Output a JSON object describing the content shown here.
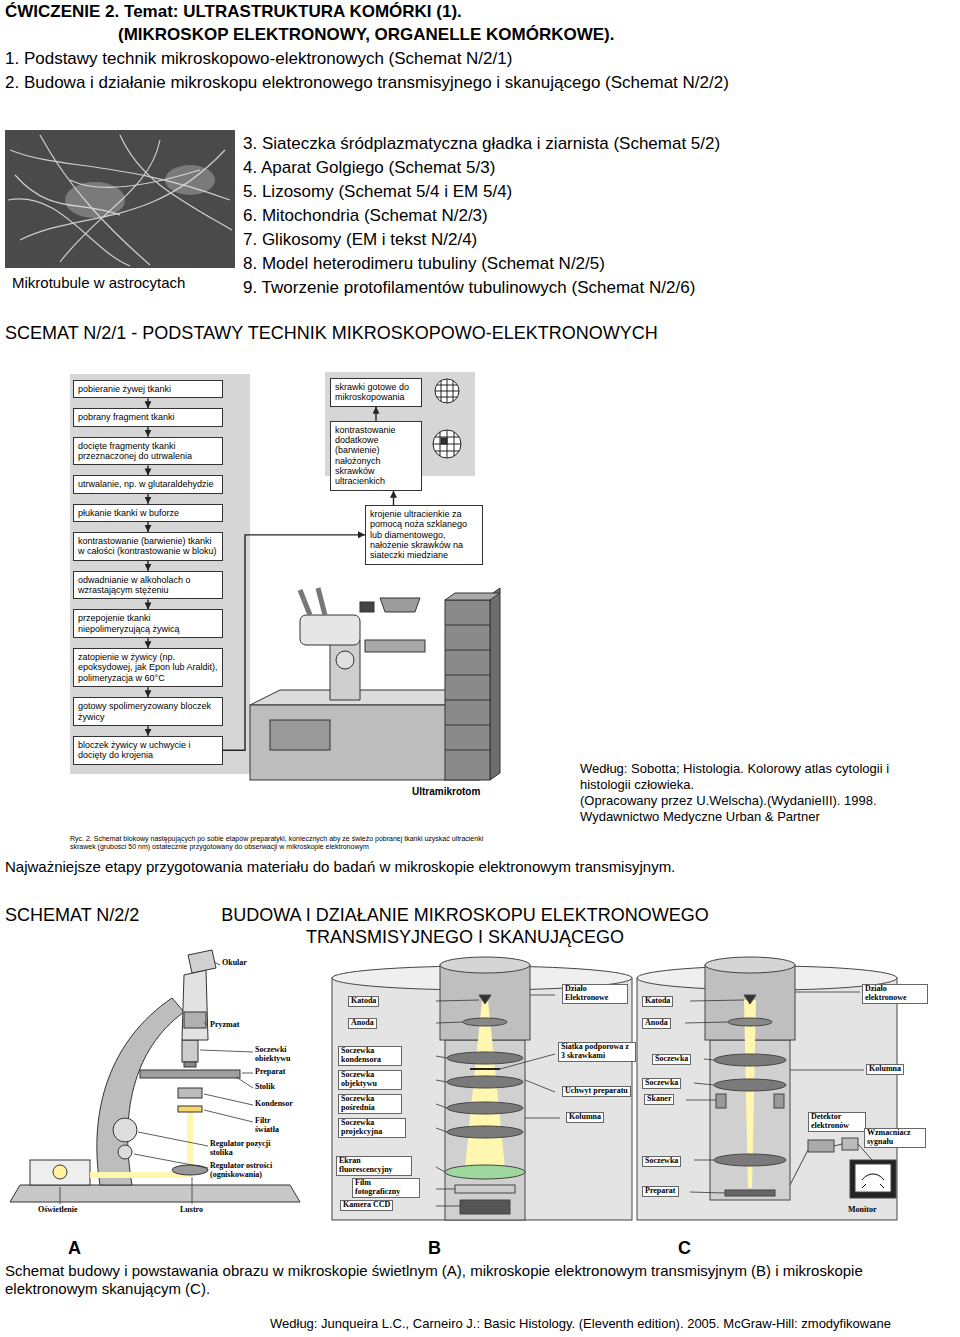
{
  "diagram": {
    "title": "ĆWICZENIE 2. Temat: ULTRASTRUKTURA KOMÓRKI (1).",
    "nodes": [
      {
        "text": [
          "pobieranie żywej tkanki"
        ]
      },
      {
        "text": [
          "pobrany fragment tkanki"
        ]
      },
      {
        "text": [
          "docięte fragmenty tkanki przeznaczonej do utrwalenia"
        ]
      },
      {
        "text": [
          "utrwalanie, np. w glutaraldehydzie"
        ]
      },
      {
        "text": [
          "płukanie tkanki w buforze"
        ]
      },
      {
        "text": [
          "kontrastowanie (barwienie) tkanki w całości (kontrastowanie w bloku)"
        ]
      },
      {
        "text": [
          "odwadnianie w alkoholach o wzrastającym stężeniu"
        ]
      },
      {
        "text": [
          "przepojenie tkanki niepolimeryzującą żywicą"
        ]
      },
      {
        "text": [
          "zatopienie w żywicy (np. epoksydowej, jak Epon lub Araldit), polimeryzacja w 60°C"
        ]
      },
      {
        "text": [
          "gotowy spolimeryzowany bloczek żywicy"
        ]
      },
      {
        "text": [
          "bloczek żywicy w uchwycie i docięty do krojenia"
        ]
      },
      {
        "text": [
          "skrawki gotowe do mikroskopowania"
        ]
      },
      {
        "text": [
          "kontrastowanie dodatkowe (barwienie) nałożonych skrawków ultracienkich"
        ]
      },
      {
        "text": [
          "krojenie ultracienkie za pomocą noża szklanego lub diamentowego, nałożenie skrawków na siateczki miedziane"
        ]
      }
    ],
    "edges": [
      {
        "from": 0,
        "to": 1,
        "arrow": "to"
      },
      {
        "from": 1,
        "to": 2,
        "arrow": "to"
      },
      {
        "from": 2,
        "to": 3,
        "arrow": "to"
      },
      {
        "from": 3,
        "to": 4,
        "arrow": "to"
      },
      {
        "from": 4,
        "to": 5,
        "arrow": "to"
      },
      {
        "from": 5,
        "to": 6,
        "arrow": "to"
      },
      {
        "from": 6,
        "to": 7,
        "arrow": "to"
      },
      {
        "from": 7,
        "to": 8,
        "arrow": "to"
      },
      {
        "from": 8,
        "to": 9,
        "arrow": "to"
      },
      {
        "from": 9,
        "to": 10,
        "arrow": "to"
      },
      {
        "from": 10,
        "to": 13,
        "arrow": "to"
      },
      {
        "from": 13,
        "to": 12,
        "arrow": "to"
      },
      {
        "from": 12,
        "to": 11,
        "arrow": "to"
      }
    ],
    "labels": [
      "(MIKROSKOP ELEKTRONOWY, ORGANELLE KOMÓRKOWE).",
      "1. Podstawy technik mikroskopowo-elektronowych (Schemat N/2/1)",
      "2. Budowa i działanie mikroskopu elektronowego transmisyjnego i skanującego (Schemat N/2/2)",
      "Mikrotubule w astrocytach",
      "3. Siateczka śródplazmatyczna gładka i ziarnista (Schemat 5/2)",
      "4. Aparat Golgiego (Schemat 5/3)",
      "5. Lizosomy (Schemat 5/4 i EM 5/4)",
      "6. Mitochondria (Schemat N/2/3)",
      "7. Glikosomy (EM i tekst N/2/4)",
      "8. Model heterodimeru tubuliny (Schemat N/2/5)",
      "9. Tworzenie protofilamentów tubulinowych (Schemat N/2/6)",
      "SCEMAT N/2/1 - PODSTAWY TECHNIK MIKROSKOPOWO-ELEKTRONOWYCH",
      "Ultramikrotom",
      "Ryc. 2. Schemat blokowy następujących po sobie etapów preparatyki, koniecznych aby ze świeżo pobranej tkanki uzyskać ultracienki skrawek (grubości 50 nm) ostatecznie przygotowany do obserwacji w mikroskopie elektronowym",
      "Według: Sobotta; Histologia. Kolorowy atlas cytologii i histologii człowieka.",
      "(Opracowany przez U.Welscha).(WydanieIII). 1998.",
      "Wydawnictwo Medyczne Urban & Partner",
      "Najważniejsze etapy przygotowania materiału do badań w mikroskopie elektronowym transmisyjnym.",
      "SCHEMAT N/2/2",
      "BUDOWA I DZIAŁANIE MIKROSKOPU ELEKTRONOWEGO TRANSMISYJNEGO I SKANUJĄCEGO",
      "Okular",
      "Pryzmat",
      "Soczewki obiektywu",
      "Preparat",
      "Stolik",
      "Kondensor",
      "Filtr światła",
      "Regulator pozycji stolika",
      "Regulator ostrości (ogniskowania)",
      "Oświetlenie",
      "Lustro",
      "Katoda",
      "Anoda",
      "Działo Elektronowe",
      "Soczewka kondensora",
      "Siatka podporowa z 3 skrawkami",
      "Soczewka objektywu",
      "Uchwyt preparatu",
      "Soczewka pośrednia",
      "Soczewka projekcyjna",
      "Kolumna",
      "Ekran fluorescencyjny",
      "Film fotograficzny",
      "Kamera CCD",
      "Katoda",
      "Anoda",
      "Działo elektronowe",
      "Soczewka",
      "Kolumna",
      "Soczewka",
      "Skaner",
      "Detektor elektronów",
      "Wzmacniacz sygnału",
      "Soczewka",
      "Preparat",
      "Monitor",
      "A",
      "B",
      "C",
      "Schemat budowy i powstawania obrazu w mikroskopie świetlnym (A), mikroskopie elektronowym transmisyjnym (B) i mikroskopie elektronowym skanującym (C).",
      "Według: Junqueira L.C., Carneiro J.: Basic Histology. (Eleventh edition). 2005. McGraw-Hill: zmodyfikowane"
    ]
  }
}
